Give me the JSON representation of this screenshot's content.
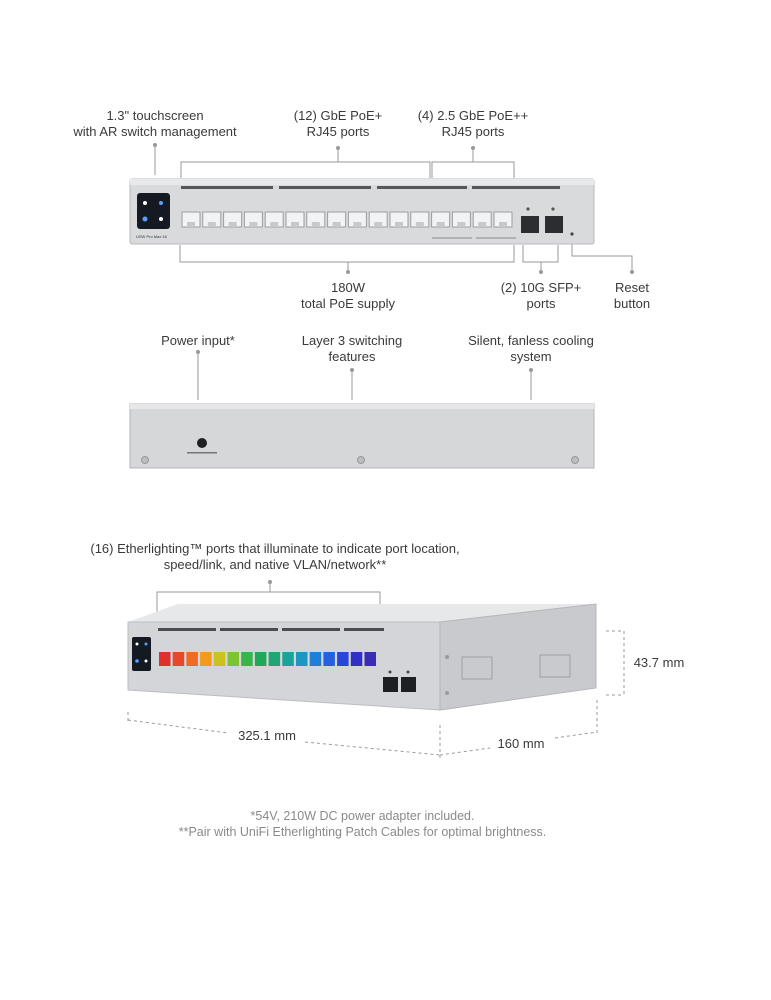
{
  "front_view": {
    "touchscreen_label_1": "1.3\" touchscreen",
    "touchscreen_label_2": "with AR switch management",
    "gbe_label_1": "(12) GbE PoE+",
    "gbe_label_2": "RJ45 ports",
    "multigig_label_1": "(4) 2.5 GbE PoE++",
    "multigig_label_2": "RJ45 ports",
    "poe_label_1": "180W",
    "poe_label_2": "total PoE supply",
    "sfp_label_1": "(2) 10G SFP+",
    "sfp_label_2": "ports",
    "reset_label_1": "Reset",
    "reset_label_2": "button",
    "model_text": "USW Pro Max 16"
  },
  "rear_view": {
    "power_label": "Power input*",
    "layer3_label_1": "Layer 3 switching",
    "layer3_label_2": "features",
    "cooling_label_1": "Silent, fanless cooling",
    "cooling_label_2": "system"
  },
  "iso_view": {
    "etherlighting_label_1": "(16) Etherlighting™ ports that illuminate to indicate port location,",
    "etherlighting_label_2": "speed/link, and native VLAN/network**",
    "width_label": "325.1 mm",
    "depth_label": "160 mm",
    "height_label": "43.7 mm",
    "port_colors": [
      "#e0302c",
      "#e8472a",
      "#ef6a22",
      "#f39a1d",
      "#c9c21f",
      "#7cc431",
      "#38b54a",
      "#1fa85a",
      "#20a675",
      "#1aa39a",
      "#1c97c1",
      "#1f7fd6",
      "#2560e0",
      "#2a45d9",
      "#3030c8",
      "#3a2cb5"
    ]
  },
  "footnotes": {
    "note_1": "*54V, 210W DC power adapter included.",
    "note_2": "**Pair with UniFi Etherlighting Patch Cables for optimal brightness."
  }
}
